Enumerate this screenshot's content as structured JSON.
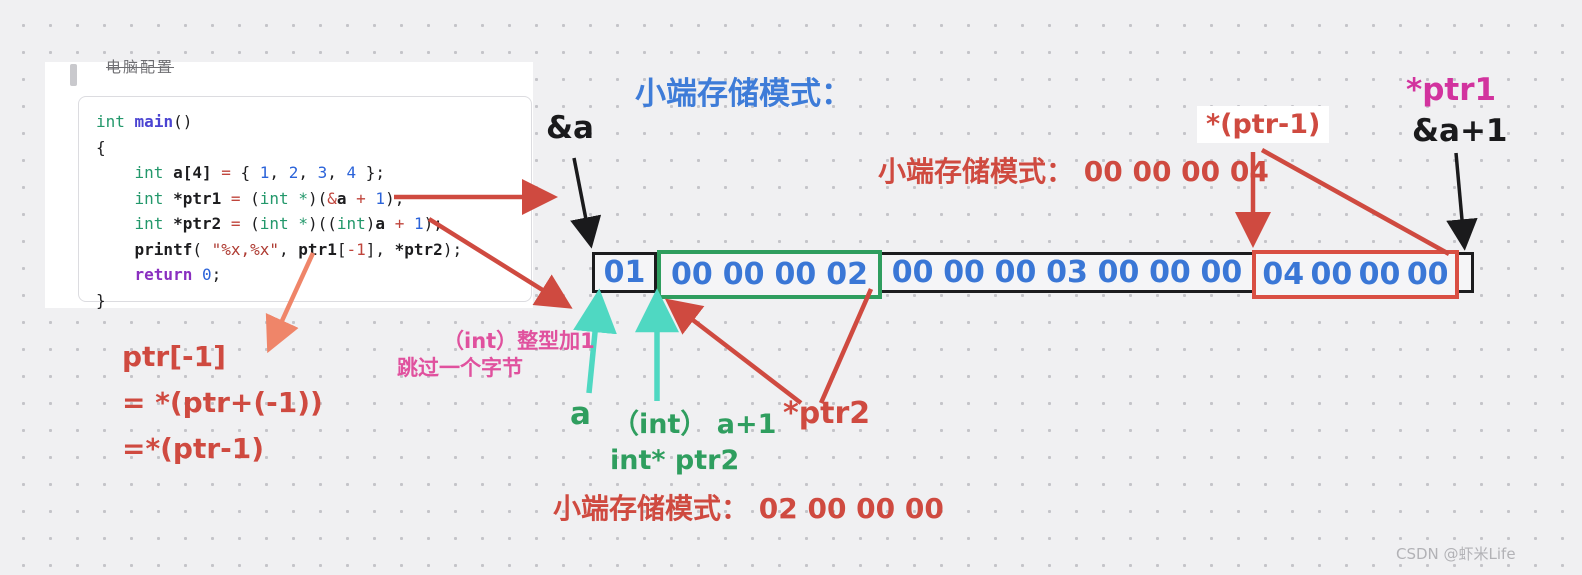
{
  "colors": {
    "blue": "#3e7cd8",
    "red": "#cf4a40",
    "green": "#2f9e5f",
    "teal": "#4fd8c2",
    "magenta": "#d2339e",
    "pink": "#e0519e",
    "salmon": "#ef8569",
    "byte_blue": "#3a77d6"
  },
  "code_panel": {
    "cropped_header": "电脑配置",
    "lines": [
      [
        {
          "c": "t",
          "x": "int"
        },
        {
          "c": "p",
          "x": " "
        },
        {
          "c": "m",
          "x": "main"
        },
        {
          "c": "p",
          "x": "()"
        }
      ],
      [
        {
          "c": "p",
          "x": "{"
        }
      ],
      [
        {
          "c": "p",
          "x": "    "
        },
        {
          "c": "t",
          "x": "int"
        },
        {
          "c": "b",
          "x": " a[4] "
        },
        {
          "c": "r",
          "x": "="
        },
        {
          "c": "p",
          "x": " { "
        },
        {
          "c": "n",
          "x": "1"
        },
        {
          "c": "p",
          "x": ", "
        },
        {
          "c": "n",
          "x": "2"
        },
        {
          "c": "p",
          "x": ", "
        },
        {
          "c": "n",
          "x": "3"
        },
        {
          "c": "p",
          "x": ", "
        },
        {
          "c": "n",
          "x": "4"
        },
        {
          "c": "p",
          "x": " };"
        }
      ],
      [
        {
          "c": "p",
          "x": "    "
        },
        {
          "c": "t",
          "x": "int"
        },
        {
          "c": "b",
          "x": " *ptr1 "
        },
        {
          "c": "r",
          "x": "="
        },
        {
          "c": "p",
          "x": " ("
        },
        {
          "c": "t",
          "x": "int *"
        },
        {
          "c": "p",
          "x": ")("
        },
        {
          "c": "r",
          "x": "&"
        },
        {
          "c": "b",
          "x": "a"
        },
        {
          "c": "p",
          "x": " "
        },
        {
          "c": "r",
          "x": "+"
        },
        {
          "c": "p",
          "x": " "
        },
        {
          "c": "n",
          "x": "1"
        },
        {
          "c": "p",
          "x": ");"
        }
      ],
      [
        {
          "c": "p",
          "x": "    "
        },
        {
          "c": "t",
          "x": "int"
        },
        {
          "c": "b",
          "x": " *ptr2 "
        },
        {
          "c": "r",
          "x": "="
        },
        {
          "c": "p",
          "x": " ("
        },
        {
          "c": "t",
          "x": "int *"
        },
        {
          "c": "p",
          "x": ")(("
        },
        {
          "c": "t",
          "x": "int"
        },
        {
          "c": "p",
          "x": ")"
        },
        {
          "c": "b",
          "x": "a"
        },
        {
          "c": "p",
          "x": " "
        },
        {
          "c": "r",
          "x": "+"
        },
        {
          "c": "p",
          "x": " "
        },
        {
          "c": "n",
          "x": "1"
        },
        {
          "c": "p",
          "x": ");"
        }
      ],
      [
        {
          "c": "b",
          "x": "    printf"
        },
        {
          "c": "p",
          "x": "( "
        },
        {
          "c": "s",
          "x": "\"%x,%x\""
        },
        {
          "c": "p",
          "x": ", "
        },
        {
          "c": "b",
          "x": "ptr1"
        },
        {
          "c": "p",
          "x": "["
        },
        {
          "c": "r",
          "x": "-1"
        },
        {
          "c": "p",
          "x": "], "
        },
        {
          "c": "b",
          "x": "*ptr2"
        },
        {
          "c": "p",
          "x": ");"
        }
      ],
      [
        {
          "c": "p",
          "x": "    "
        },
        {
          "c": "k",
          "x": "return"
        },
        {
          "c": "p",
          "x": " "
        },
        {
          "c": "n",
          "x": "0"
        },
        {
          "c": "p",
          "x": ";"
        }
      ],
      [
        {
          "c": "p",
          "x": "}"
        }
      ]
    ]
  },
  "titles": {
    "blue_title": "小端存储模式：",
    "red_mode_top": "小端存储模式： 00 00 00 04",
    "red_mode_bottom": "小端存储模式： 02 00 00 00"
  },
  "pointer_labels": {
    "amp_a": "&a",
    "ptr1": "*ptr1",
    "amp_a_plus_1": "&a+1",
    "ptr_minus_1": "*(ptr-1)",
    "a": "a",
    "int_a_plus_1": "（int） a+1",
    "int_ptr2": "int* ptr2",
    "deref_ptr2": "*ptr2"
  },
  "notes": {
    "pink_line1": "（int）整型加1",
    "pink_line2": "跳过一个字节",
    "ptr_expr_line1": "ptr[-1]",
    "ptr_expr_line2": "= *(ptr+(-1))",
    "ptr_expr_line3": "=*(ptr-1)"
  },
  "memory": {
    "groups": [
      {
        "kind": "first",
        "bytes": [
          "01"
        ]
      },
      {
        "kind": "green",
        "bytes": [
          "00",
          "00",
          "00",
          "02"
        ]
      },
      {
        "kind": "plain",
        "bytes": [
          "00",
          "00",
          "00",
          "03",
          "00",
          "00",
          "00"
        ]
      },
      {
        "kind": "red",
        "bytes": [
          "04",
          "00",
          "00",
          "00"
        ]
      }
    ]
  },
  "watermark": "CSDN @虾米Life"
}
